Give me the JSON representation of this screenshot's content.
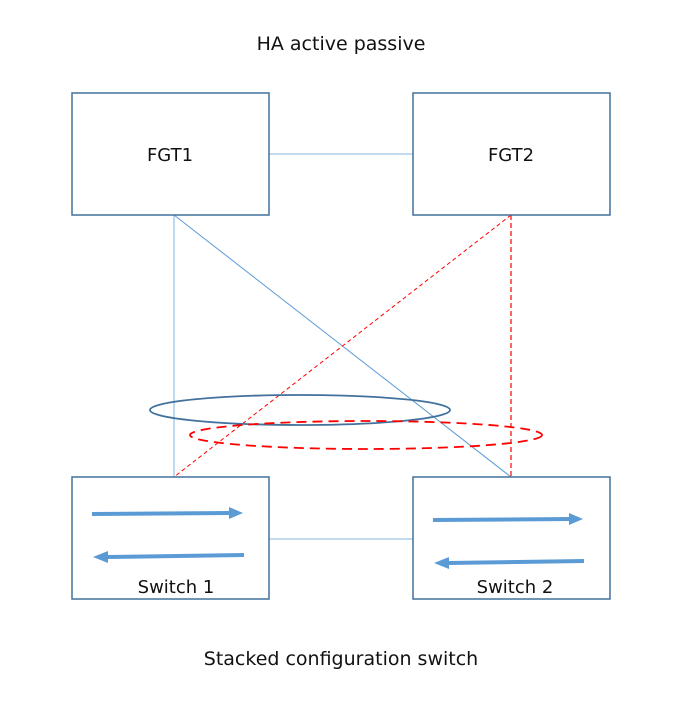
{
  "title": "HA active passive",
  "caption": "Stacked configuration switch",
  "nodes": {
    "fgt1": "FGT1",
    "fgt2": "FGT2",
    "switch1": "Switch 1",
    "switch2": "Switch 2"
  },
  "colors": {
    "box_border": "#41719c",
    "link_solid": "#9dc3e6",
    "link_diag": "#5b9bd5",
    "red_dashed": "#ff0000",
    "ellipse_blue": "#41719c",
    "arrow": "#5b9bd5"
  }
}
